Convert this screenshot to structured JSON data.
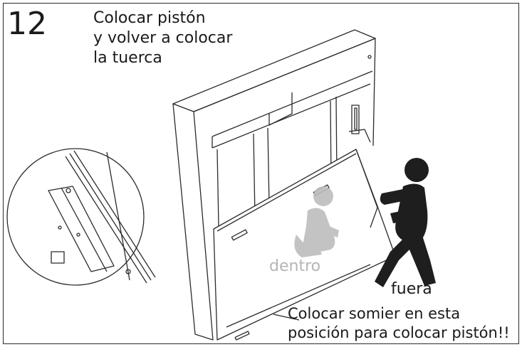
{
  "step_number": "12",
  "instruction": {
    "line1": "Colocar pistón",
    "line2": "y volver a colocar",
    "line3": "la tuerca"
  },
  "labels": {
    "inside": "dentro",
    "outside": "fuera",
    "note_line1": "Colocar somier en esta",
    "note_line2": "posición para colocar pistón!!"
  },
  "colors": {
    "line": "#2b2b2b",
    "figure_outside": "#1e1e1e",
    "figure_inside": "#bdbdbd"
  }
}
